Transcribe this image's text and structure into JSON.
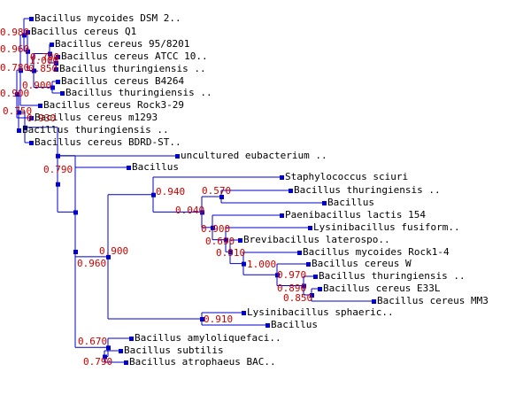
{
  "colors": {
    "branch": "#0000cc",
    "node": "#0000cc",
    "support": "#cc0000",
    "leaf_text": "#000000",
    "background": "#ffffff"
  },
  "leaves": [
    {
      "id": "L1",
      "label": "Bacillus mycoides DSM 2.."
    },
    {
      "id": "L2",
      "label": "Bacillus cereus Q1"
    },
    {
      "id": "L3",
      "label": "Bacillus cereus 95/8201"
    },
    {
      "id": "L4",
      "label": "Bacillus cereus ATCC 10.."
    },
    {
      "id": "L5",
      "label": "Bacillus thuringiensis .."
    },
    {
      "id": "L6",
      "label": "Bacillus cereus B4264"
    },
    {
      "id": "L7",
      "label": "Bacillus thuringiensis .."
    },
    {
      "id": "L8",
      "label": "Bacillus cereus Rock3-29"
    },
    {
      "id": "L9",
      "label": "Bacillus cereus m1293"
    },
    {
      "id": "L10",
      "label": "Bacillus thuringiensis .."
    },
    {
      "id": "L11",
      "label": "Bacillus cereus BDRD-ST.."
    },
    {
      "id": "L12",
      "label": "uncultured eubacterium .."
    },
    {
      "id": "L13",
      "label": "Bacillus"
    },
    {
      "id": "L14",
      "label": "Staphylococcus sciuri"
    },
    {
      "id": "L15",
      "label": "Bacillus thuringiensis .."
    },
    {
      "id": "L16",
      "label": "Bacillus"
    },
    {
      "id": "L17",
      "label": "Paenibacillus lactis 154"
    },
    {
      "id": "L18",
      "label": "Lysinibacillus fusiform.."
    },
    {
      "id": "L19",
      "label": "Brevibacillus laterospo.."
    },
    {
      "id": "L20",
      "label": "Bacillus mycoides Rock1-4"
    },
    {
      "id": "L21",
      "label": "Bacillus cereus W"
    },
    {
      "id": "L22",
      "label": "Bacillus thuringiensis .."
    },
    {
      "id": "L23",
      "label": "Bacillus cereus E33L"
    },
    {
      "id": "L24",
      "label": "Bacillus cereus MM3"
    },
    {
      "id": "L25",
      "label": "Lysinibacillus sphaeric.."
    },
    {
      "id": "L26",
      "label": "Bacillus"
    },
    {
      "id": "L27",
      "label": "Bacillus amyloliquefaci.."
    },
    {
      "id": "L28",
      "label": "Bacillus subtilis"
    },
    {
      "id": "L29",
      "label": "Bacillus atrophaeus BAC.."
    }
  ],
  "internal_nodes": [
    {
      "id": "nA",
      "support": "0.960",
      "children": [
        "nB",
        "nZ"
      ]
    },
    {
      "id": "nB",
      "support": "0.790",
      "children": [
        "nC",
        "nD"
      ]
    },
    {
      "id": "nC",
      "support": "0.930",
      "children": [
        "nE",
        "L11"
      ]
    },
    {
      "id": "nE",
      "support": "0.750",
      "children": [
        "nF",
        "L10"
      ]
    },
    {
      "id": "nF",
      "support": "0.900",
      "children": [
        "nG",
        "L9"
      ]
    },
    {
      "id": "nG",
      "support": "0.780",
      "children": [
        "nH",
        "L8"
      ]
    },
    {
      "id": "nH",
      "support": "0.980",
      "children": [
        "L1",
        "nI"
      ]
    },
    {
      "id": "nI",
      "support": "0.960",
      "children": [
        "L2",
        "nJ"
      ]
    },
    {
      "id": "nJ",
      "support": "0.850",
      "children": [
        "nK",
        "nL"
      ]
    },
    {
      "id": "nK",
      "support": "0.790",
      "children": [
        "L3",
        "nM"
      ]
    },
    {
      "id": "nM",
      "support": "1.000",
      "children": [
        "L4",
        "L5"
      ]
    },
    {
      "id": "nL",
      "support": "0.900",
      "children": [
        "L6",
        "L7"
      ]
    },
    {
      "id": "nD",
      "support": "",
      "children": [
        "L12",
        "nN"
      ]
    },
    {
      "id": "nN",
      "support": "",
      "children": [
        "L13",
        "nO"
      ]
    },
    {
      "id": "nO",
      "support": "0.900",
      "children": [
        "nP",
        "nQ"
      ]
    },
    {
      "id": "nP",
      "support": "0.940",
      "children": [
        "L14",
        "nR"
      ]
    },
    {
      "id": "nR",
      "support": "0.040",
      "children": [
        "nS",
        "nT"
      ]
    },
    {
      "id": "nS",
      "support": "0.570",
      "children": [
        "L15",
        "L16"
      ]
    },
    {
      "id": "nT",
      "support": "0.900",
      "children": [
        "L17",
        "nU"
      ]
    },
    {
      "id": "nU",
      "support": "0.690",
      "children": [
        "L18",
        "nV"
      ]
    },
    {
      "id": "nV",
      "support": "0.910",
      "children": [
        "L19",
        "nW"
      ]
    },
    {
      "id": "nW",
      "support": "1.000",
      "children": [
        "L20",
        "nX"
      ]
    },
    {
      "id": "nX",
      "support": "0.970",
      "children": [
        "L21",
        "nY"
      ]
    },
    {
      "id": "nY",
      "support": "0.890",
      "children": [
        "L22",
        "nY2"
      ]
    },
    {
      "id": "nY2",
      "support": "0.850",
      "children": [
        "L23",
        "L24"
      ]
    },
    {
      "id": "nQ",
      "support": "0.910",
      "children": [
        "L25",
        "L26"
      ]
    },
    {
      "id": "nZ",
      "support": "0.670",
      "children": [
        "L27",
        "nZ2"
      ]
    },
    {
      "id": "nZ2",
      "support": "0.790",
      "children": [
        "L28",
        "L29"
      ]
    }
  ]
}
